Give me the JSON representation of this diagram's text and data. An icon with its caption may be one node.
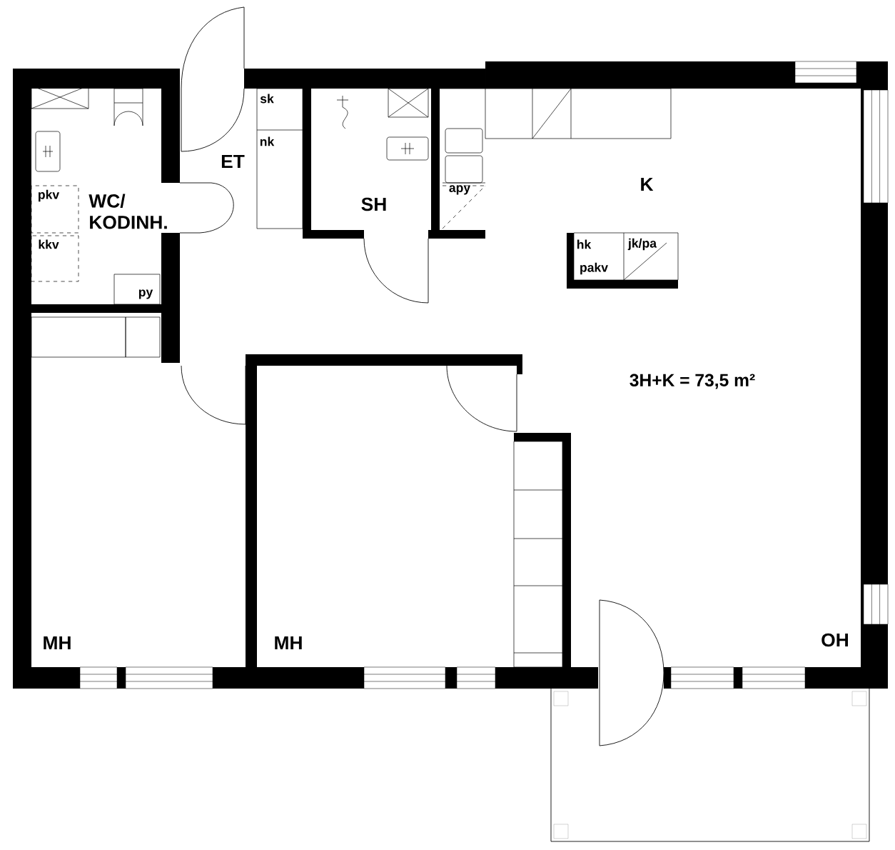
{
  "diagram": {
    "labels": [
      "sk",
      "nk",
      "ET",
      "K",
      "pkv",
      "WC/ KODINH.",
      "SH",
      "apy",
      "kkv",
      "hk",
      "jk/pa",
      "pakv",
      "py",
      "3H+K = 73,5 m²",
      "MH",
      "MH",
      "OH"
    ]
  }
}
